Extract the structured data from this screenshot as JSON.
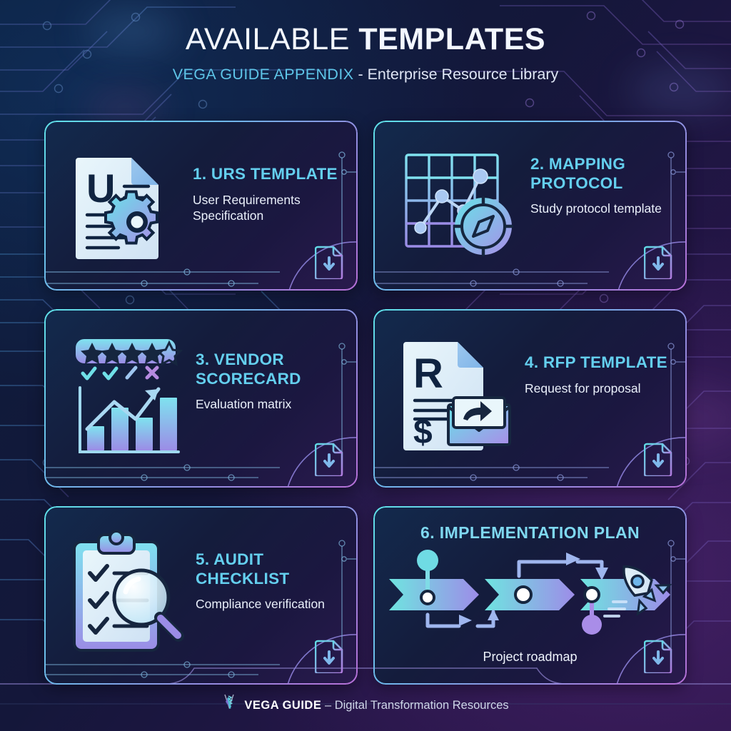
{
  "header": {
    "title_light": "AVAILABLE ",
    "title_bold": "TEMPLATES",
    "subtitle_highlight": "VEGA GUIDE APPENDIX",
    "subtitle_rest": " - Enterprise Resource Library"
  },
  "colors": {
    "accent_cyan": "#64cfee",
    "accent_purple": "#b56fd6",
    "text_light": "#eaf0fb",
    "bg_deep": "#141a35"
  },
  "cards": [
    {
      "title": "1. URS TEMPLATE",
      "subtitle": "User Requirements Specification",
      "icon": "document-gear-icon",
      "letter": "U",
      "download_icon": "download-file-icon"
    },
    {
      "title": "2. MAPPING PROTOCOL",
      "subtitle": "Study protocol template",
      "icon": "grid-chart-compass-icon",
      "download_icon": "download-file-icon"
    },
    {
      "title": "3. VENDOR SCORECARD",
      "subtitle": "Evaluation matrix",
      "icon": "star-rating-bar-chart-icon",
      "download_icon": "download-file-icon"
    },
    {
      "title": "4. RFP TEMPLATE",
      "subtitle": "Request for proposal",
      "icon": "document-envelope-icon",
      "letter": "R",
      "download_icon": "download-file-icon"
    },
    {
      "title": "5. AUDIT CHECKLIST",
      "subtitle": "Compliance verification",
      "icon": "clipboard-magnifier-icon",
      "download_icon": "download-file-icon"
    },
    {
      "title": "6. IMPLEMENTATION PLAN",
      "subtitle": "Project roadmap",
      "icon": "roadmap-rocket-icon",
      "download_icon": "download-file-icon"
    }
  ],
  "footer": {
    "brand": "VEGA GUIDE",
    "tagline": " – Digital Transformation Resources",
    "logo_icon": "vega-feather-logo-icon"
  }
}
